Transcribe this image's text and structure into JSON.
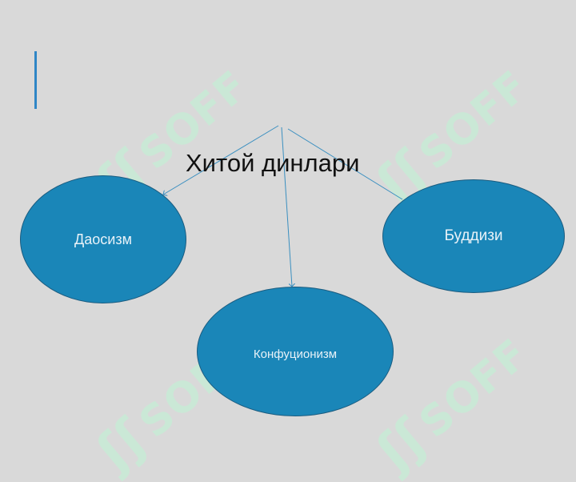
{
  "title": "Хитой динлари",
  "nodes": {
    "daoism": "Даосизм",
    "buddhism": "Буддизи",
    "confucianism": "Конфуционизм"
  },
  "watermark": {
    "text": "SOFF",
    "mark": "ʃʃ",
    "icon": "soff-logo"
  },
  "colors": {
    "background": "#d9d9d9",
    "node_fill": "#1a86b8",
    "connector": "#3a8fc0",
    "accent": "#2f86c6",
    "watermark": "#c9ead6"
  }
}
